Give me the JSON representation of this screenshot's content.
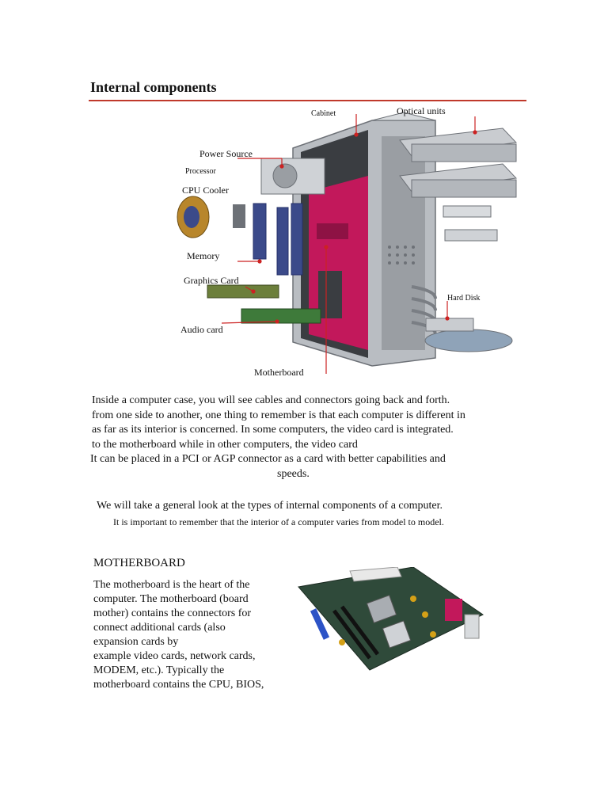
{
  "heading": "Internal components",
  "figure": {
    "labels": {
      "cabinet": "Cabinet",
      "optical_units": "Optical units",
      "power_source": "Power Source",
      "processor": "Processor",
      "cpu_cooler": "CPU Cooler",
      "memory": "Memory",
      "graphics_card": "Graphics Card",
      "hard_disk": "Hard Disk",
      "audio_card": "Audio card",
      "motherboard": "Motherboard"
    },
    "colors": {
      "leader": "#cc2222",
      "board": "#c2185b",
      "case": "#9a9ea3"
    }
  },
  "intro": {
    "lines": [
      "Inside a computer case, you will see cables and connectors going back and forth.",
      "from one side to another, one thing to remember is that each computer is different in",
      "as far as its interior is concerned. In some computers, the video card is integrated.",
      "to the motherboard while in other computers, the video card",
      "It can be placed in a PCI or AGP connector as a card with better capabilities and",
      "speeds."
    ]
  },
  "overview": {
    "line1": "We will take a general look at the types of internal components of a computer.",
    "line2": "It is important to remember that the interior of a computer varies from model to model."
  },
  "motherboard_section": {
    "heading": "MOTHERBOARD",
    "lines": [
      "The motherboard is the heart of the",
      "computer. The motherboard (board",
      "mother) contains the connectors for",
      "connect additional cards (also",
      "expansion cards by",
      "example video cards, network cards,",
      "MODEM, etc.). Typically the",
      "motherboard contains the CPU, BIOS,"
    ]
  },
  "accent_color": "#c0392b"
}
